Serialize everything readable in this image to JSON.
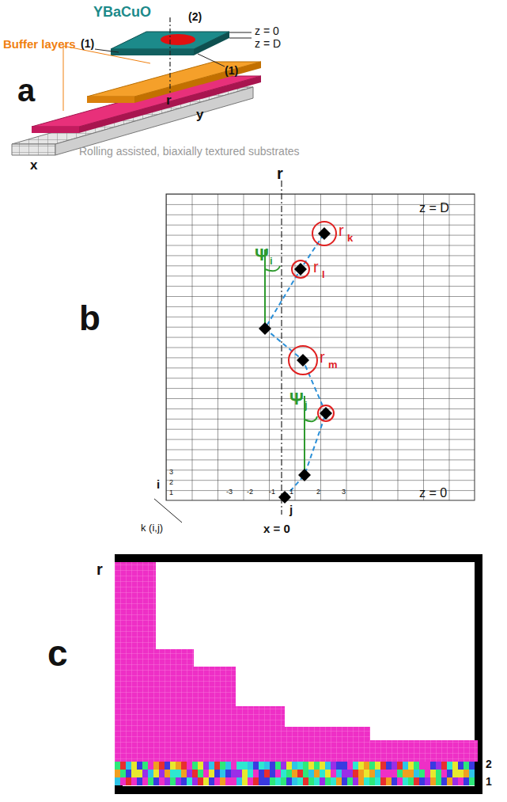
{
  "diagram": {
    "labels": [
      "YBaCuO",
      "(2)",
      "(1)",
      "z = 0",
      "z = D",
      "Buffer layers",
      "a",
      "r",
      "(1)",
      "y",
      "x",
      "Rolling assisted, biaxially textured substrates",
      "r",
      "z = D",
      "Ψ",
      "i",
      "r",
      "k",
      "r",
      "l",
      "b",
      "r",
      "m",
      "Ψ",
      "j",
      "3",
      "2",
      "1",
      "i",
      "-3",
      "-2",
      "-1",
      "1",
      "2",
      "3",
      "z = 0",
      "j",
      "k (i,j)",
      "x = 0",
      "c",
      "r",
      "2",
      "1"
    ]
  }
}
